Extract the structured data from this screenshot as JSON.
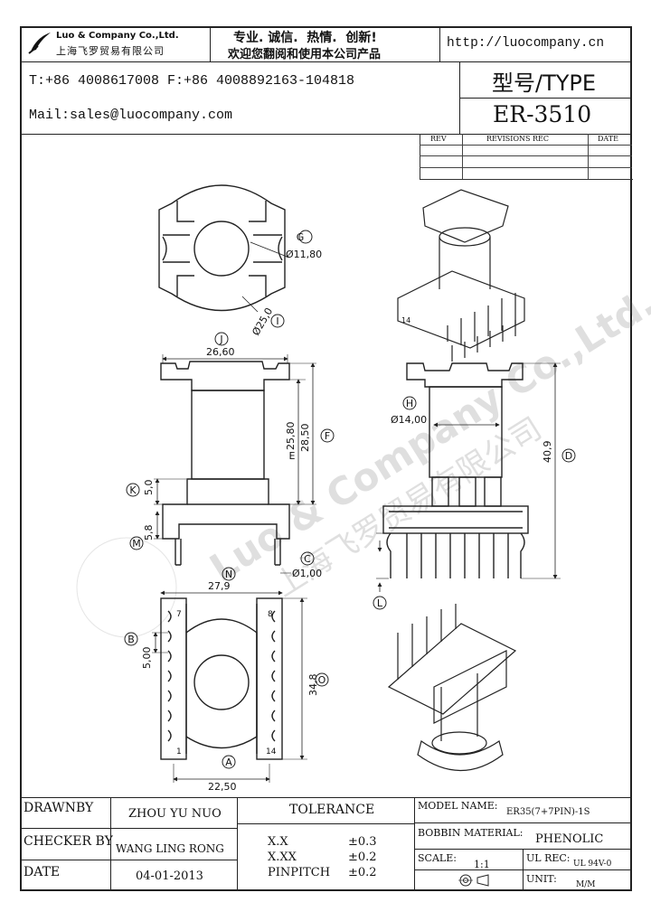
{
  "header": {
    "company_en": "Luo & Company Co.,Ltd.",
    "company_cn": "上海飞罗贸易有限公司",
    "slogan_line1": "专业. 诚信.  热情.  创新!",
    "slogan_line2": "欢迎您翻阅和使用本公司产品",
    "website": "http://luocompany.cn",
    "phone_fax": "T:+86 4008617008 F:+86 4008892163-104818",
    "email": "Mail:sales@luocompany.com",
    "type_label": "型号/TYPE",
    "type_value": "ER-3510"
  },
  "revisions": {
    "col_rev": "REV",
    "col_rec": "REVISIONS REC",
    "col_date": "DATE"
  },
  "watermark": {
    "line1": "Luo & Company Co.,Ltd.",
    "line2": "上海飞罗贸易有限公司"
  },
  "dimensions": {
    "g": "Ø11,80",
    "i": "Ø25,0",
    "j": "26,60",
    "e": "25,80",
    "f": "28,50",
    "k": "5,0",
    "m": "5,8",
    "c": "Ø1,00",
    "h": "Ø14,00",
    "d": "40,9",
    "n": "27,9",
    "b": "5,00",
    "o": "34,8",
    "a": "22,50"
  },
  "markers": {
    "g": "G",
    "i": "I",
    "j": "J",
    "e": "E",
    "f": "F",
    "k": "K",
    "m": "M",
    "c": "C",
    "h": "H",
    "d": "D",
    "n": "N",
    "b": "B",
    "o": "O",
    "a": "A",
    "l": "L"
  },
  "pin_labels": {
    "p1": "1",
    "p7": "7",
    "p8": "8",
    "p14": "14",
    "iso14": "14"
  },
  "footer": {
    "drawnby_label": "DRAWNBY",
    "drawnby_value": "ZHOU YU NUO",
    "checker_label": "CHECKER BY",
    "checker_value": "WANG LING RONG",
    "date_label": "DATE",
    "date_value": "04-01-2013",
    "tolerance_label": "TOLERANCE",
    "tol_xx_label": "X.X",
    "tol_xx_value": "±0.3",
    "tol_xxx_label": "X.XX",
    "tol_xxx_value": "±0.2",
    "tol_pin_label": "PINPITCH",
    "tol_pin_value": "±0.2",
    "model_label": "MODEL NAME:",
    "model_value": "ER35(7+7PIN)-1S",
    "bobbin_label": "BOBBIN MATERIAL:",
    "bobbin_value": "PHENOLIC",
    "scale_label": "SCALE:",
    "scale_value": "1:1",
    "ul_label": "UL REC:",
    "ul_value": "UL 94V-0",
    "unit_label": "UNIT:",
    "unit_value": "M/M"
  }
}
